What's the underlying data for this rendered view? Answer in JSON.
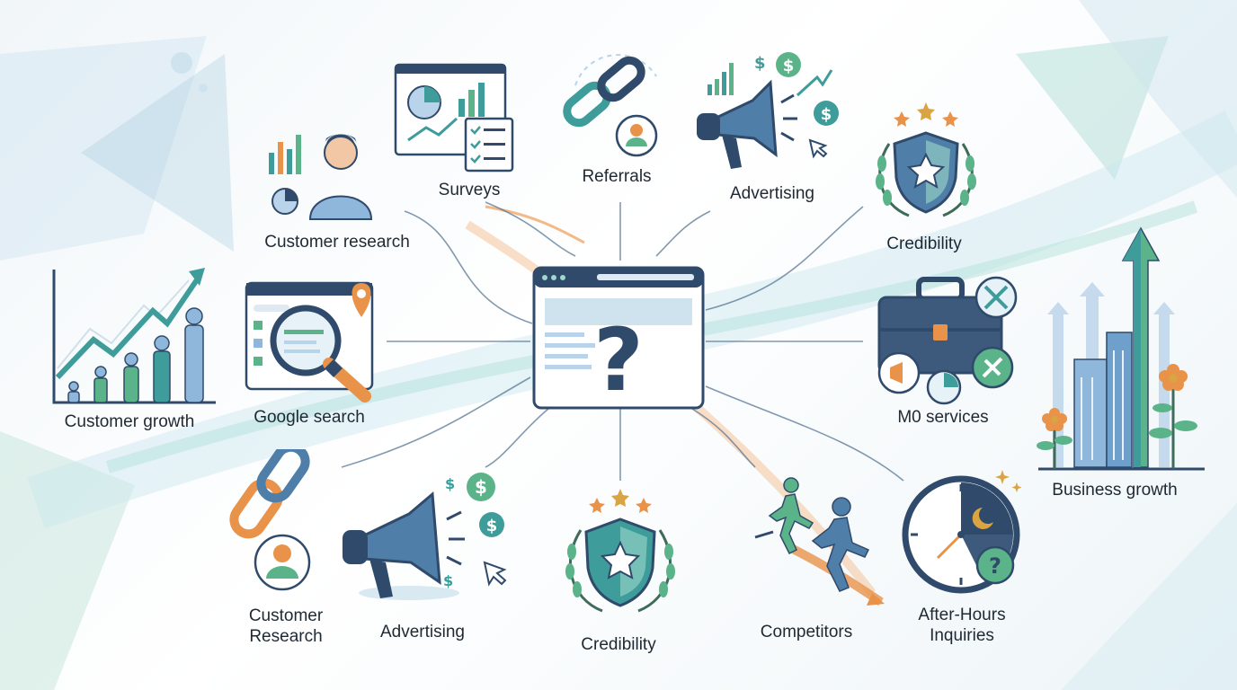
{
  "diagram": {
    "center": {
      "icon": "website-question-icon"
    },
    "nodes": [
      {
        "id": "surveys",
        "label": "Surveys",
        "icon": "survey-dashboard-icon"
      },
      {
        "id": "referrals",
        "label": "Referrals",
        "icon": "chain-link-person-icon"
      },
      {
        "id": "advertising_top",
        "label": "Advertising",
        "icon": "megaphone-dollar-icon"
      },
      {
        "id": "credibility_top",
        "label": "Credibility",
        "icon": "shield-star-laurel-icon"
      },
      {
        "id": "customer_research_top",
        "label": "Customer research",
        "icon": "person-chart-icon"
      },
      {
        "id": "customer_growth",
        "label": "Customer growth",
        "icon": "growth-chart-people-icon"
      },
      {
        "id": "google_search",
        "label": "Google search",
        "icon": "magnifier-browser-icon"
      },
      {
        "id": "mo_services",
        "label": "M0 services",
        "icon": "briefcase-tools-icon"
      },
      {
        "id": "business_growth",
        "label": "Business growth",
        "icon": "arrows-buildings-flowers-icon"
      },
      {
        "id": "customer_research_bottom",
        "label_lines": [
          "Customer",
          "Research"
        ],
        "icon": "chain-link-person-icon"
      },
      {
        "id": "advertising_bottom",
        "label": "Advertising",
        "icon": "megaphone-dollar-icon"
      },
      {
        "id": "credibility_bottom",
        "label": "Credibility",
        "icon": "shield-star-laurel-icon"
      },
      {
        "id": "competitors",
        "label": "Competitors",
        "icon": "running-people-icon"
      },
      {
        "id": "after_hours",
        "label_lines": [
          "After-Hours",
          "Inquiries"
        ],
        "icon": "clock-moon-question-icon"
      }
    ],
    "colors": {
      "navy": "#2f4a6b",
      "teal": "#3e9c9a",
      "green": "#5bb38a",
      "orange": "#e8924a",
      "light_blue": "#b9d3ea"
    }
  }
}
